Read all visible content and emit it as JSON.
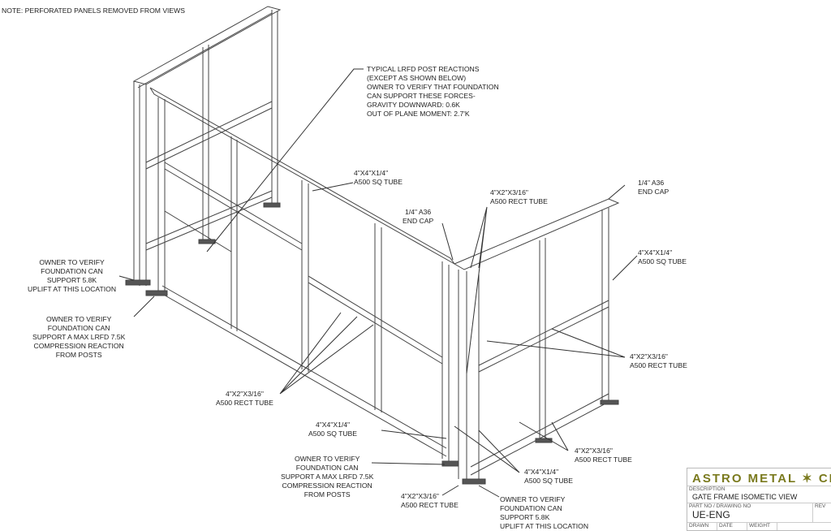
{
  "header_note": "NOTE: PERFORATED PANELS REMOVED FROM VIEWS",
  "callouts": {
    "typical_reactions": "TYPICAL LRFD POST REACTIONS\n(EXCEPT AS SHOWN BELOW)\nOWNER TO VERIFY THAT FOUNDATION\nCAN SUPPORT THESE FORCES-\nGRAVITY DOWNWARD: 0.6K\nOUT OF PLANE MOMENT: 2.7'K",
    "sq_tube_top": "4\"X4\"X1/4\"\nA500 SQ TUBE",
    "rect_tube_top": "4\"X2\"X3/16\"\nA500 RECT TUBE",
    "end_cap_mid": "1/4\" A36\nEND CAP",
    "end_cap_right": "1/4\" A36\nEND CAP",
    "sq_tube_right": "4\"X4\"X1/4\"\nA500 SQ TUBE",
    "uplift_left": "OWNER TO VERIFY\nFOUNDATION CAN\nSUPPORT 5.8K\nUPLIFT AT THIS LOCATION",
    "compression_left": "OWNER TO VERIFY\nFOUNDATION CAN\nSUPPORT A MAX LRFD 7.5K\nCOMPRESSION REACTION\nFROM POSTS",
    "rect_tube_right_mid": "4\"X2\"X3/16\"\nA500 RECT TUBE",
    "rect_tube_center": "4\"X2\"X3/16\"\nA500 RECT TUBE",
    "sq_tube_bottom_mid": "4\"X4\"X1/4\"\nA500 SQ TUBE",
    "rect_tube_right_low": "4\"X2\"X3/16\"\nA500 RECT TUBE",
    "compression_bottom": "OWNER TO VERIFY\nFOUNDATION CAN\nSUPPORT A MAX LRFD 7.5K\nCOMPRESSION REACTION\nFROM POSTS",
    "sq_tube_bottom_right": "4\"X4\"X1/4\"\nA500 SQ TUBE",
    "rect_tube_bottom": "4\"X2\"X3/16\"\nA500 RECT TUBE",
    "uplift_bottom": "OWNER TO VERIFY\nFOUNDATION CAN\nSUPPORT 5.8K\nUPLIFT AT THIS LOCATION"
  },
  "title_block": {
    "logo": "ASTRO METAL ✶ CRAFT",
    "brand_colors": {
      "astro": "#7a7a1e",
      "metal": "#222222"
    },
    "description_label": "DESCRIPTION",
    "description": "GATE FRAME ISOMETIC VIEW",
    "part_label": "PART NO / DRAWING NO",
    "part_no": "UE-ENG",
    "rev_label": "REV",
    "drawn_label": "DRAWN",
    "date_label": "DATE",
    "weight_label": "WEIGHT"
  }
}
